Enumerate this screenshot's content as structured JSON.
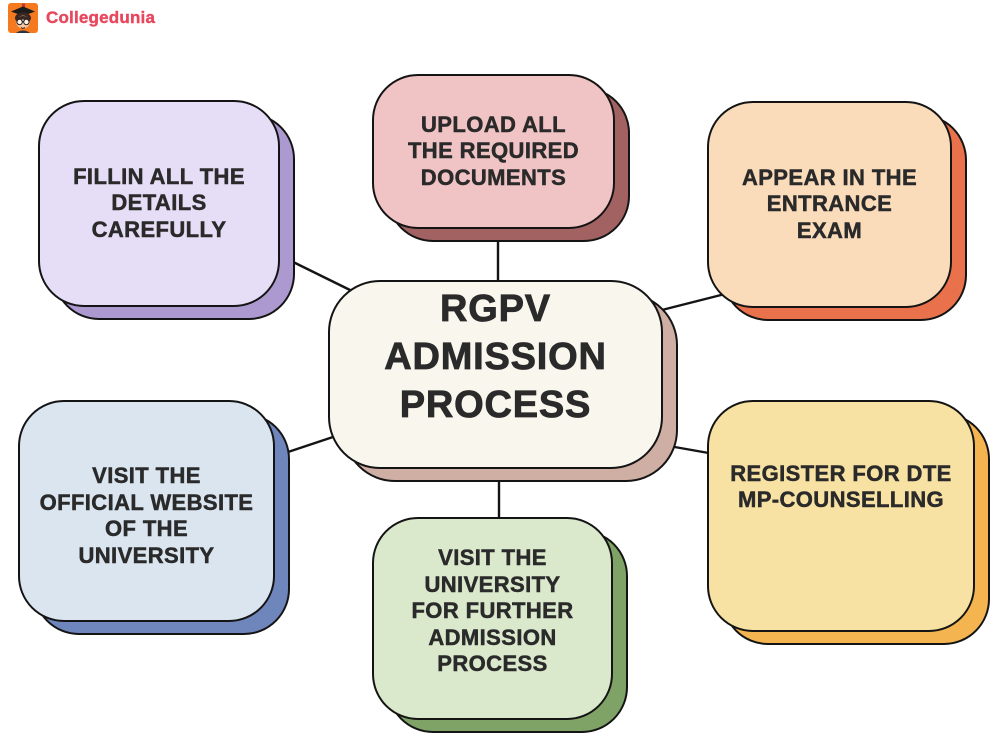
{
  "logo": {
    "brand": "Collegedunia",
    "icon": "collegedunia-mascot-icon",
    "icon_bg_color": "#F4791F",
    "brand_color": "#E8485E"
  },
  "style": {
    "background": "#FFFFFF",
    "outline_color": "#141414",
    "text_color": "#2A2A2A"
  },
  "diagram": {
    "center": {
      "id": "center",
      "label": "RGPV\nADMISSION\nPROCESS",
      "fill": "#F9F6EE",
      "shadow": "#CFAEA3",
      "position": "center"
    },
    "nodes": [
      {
        "id": "fill-details",
        "label": "FILLIN ALL THE\nDETAILS\nCAREFULLY",
        "fill": "#E6DDF6",
        "shadow": "#AC99CF",
        "position": "top-left"
      },
      {
        "id": "upload-documents",
        "label": "UPLOAD ALL\nTHE REQUIRED\nDOCUMENTS",
        "fill": "#F0C3C4",
        "shadow": "#A26262",
        "position": "top-center"
      },
      {
        "id": "entrance-exam",
        "label": "APPEAR IN THE\nENTRANCE\nEXAM",
        "fill": "#FADCBB",
        "shadow": "#E9714B",
        "position": "top-right"
      },
      {
        "id": "visit-website",
        "label": "VISIT THE\nOFFICIAL WEBSITE\nOF THE\nUNIVERSITY",
        "fill": "#DAE5F0",
        "shadow": "#6F86BC",
        "position": "bottom-left"
      },
      {
        "id": "visit-university",
        "label": "VISIT THE\nUNIVERSITY\nFOR FURTHER\nADMISSION\nPROCESS",
        "fill": "#DAE8CC",
        "shadow": "#7FA266",
        "position": "bottom-center"
      },
      {
        "id": "dte-counselling",
        "label": "REGISTER FOR DTE\nMP-COUNSELLING",
        "fill": "#F7E1A3",
        "shadow": "#F4B551",
        "position": "bottom-right"
      }
    ],
    "edges": [
      {
        "from": "fill-details",
        "to": "center"
      },
      {
        "from": "upload-documents",
        "to": "center"
      },
      {
        "from": "entrance-exam",
        "to": "center"
      },
      {
        "from": "visit-website",
        "to": "center"
      },
      {
        "from": "visit-university",
        "to": "center"
      },
      {
        "from": "dte-counselling",
        "to": "center"
      }
    ]
  }
}
